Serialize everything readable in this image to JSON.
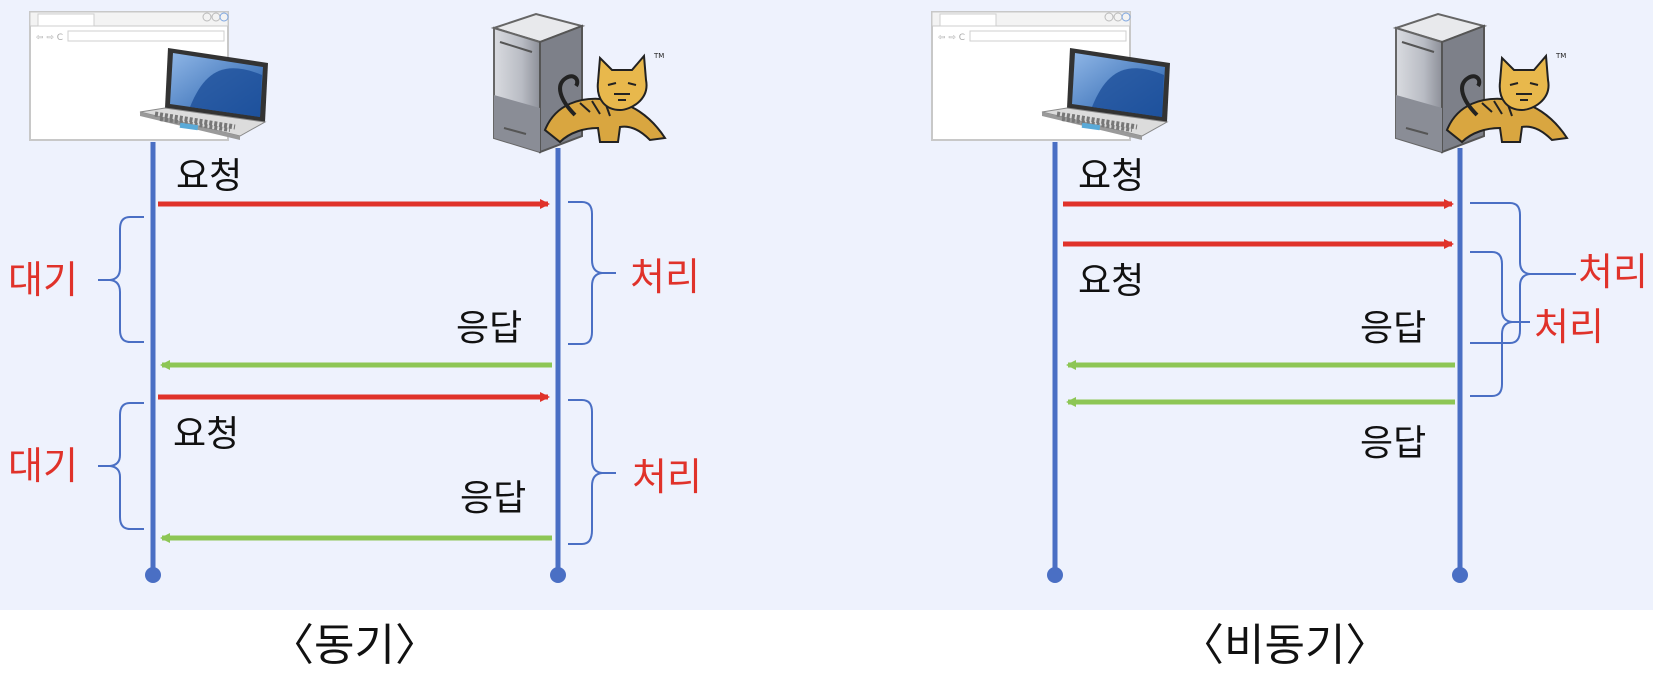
{
  "colors": {
    "background_panel": "#eef2fd",
    "lifeline": "#4a6fc4",
    "request_arrow": "#e0322a",
    "response_arrow": "#8dc655",
    "brace": "#4a6fc4",
    "label_red": "#e0322a",
    "label_black": "#111111"
  },
  "icons": {
    "client": "laptop-browser-icon",
    "server": "server-tower-icon",
    "tomcat": "tomcat-cat-logo"
  },
  "sync": {
    "caption": "〈동기〉",
    "request_label_1": "요청",
    "request_label_2": "요청",
    "response_label_1": "응답",
    "response_label_2": "응답",
    "wait_label_1": "대기",
    "wait_label_2": "대기",
    "process_label_1": "처리",
    "process_label_2": "처리"
  },
  "async": {
    "caption": "〈비동기〉",
    "request_label_1": "요청",
    "request_label_2": "요청",
    "response_label_1": "응답",
    "response_label_2": "응답",
    "process_label_1": "처리",
    "process_label_2": "처리"
  }
}
